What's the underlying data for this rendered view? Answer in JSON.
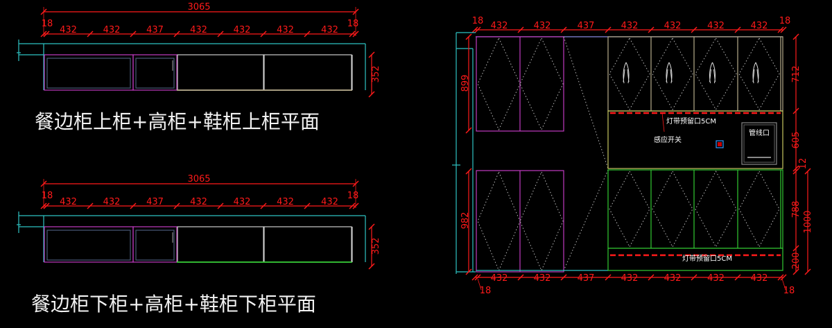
{
  "top_plan": {
    "total": "3065",
    "end_left": "18",
    "end_right": "18",
    "segments": [
      "432",
      "432",
      "437",
      "432",
      "432",
      "432",
      "432"
    ],
    "depth": "352",
    "title": "餐边柜上柜+高柜+鞋柜上柜平面"
  },
  "bottom_plan": {
    "total": "3065",
    "end_left": "18",
    "end_right": "18",
    "segments": [
      "432",
      "432",
      "437",
      "432",
      "432",
      "432",
      "432"
    ],
    "depth": "352",
    "title": "餐边柜下柜+高柜+鞋柜下柜平面"
  },
  "elevation": {
    "top_end_left": "18",
    "top_end_right": "18",
    "top_segments": [
      "432",
      "432",
      "437",
      "432",
      "432",
      "432",
      "432"
    ],
    "bottom_end_left": "18",
    "bottom_end_right": "18",
    "bottom_segments": [
      "432",
      "432",
      "437",
      "432",
      "432",
      "432",
      "432"
    ],
    "left_dims": [
      "899",
      "982"
    ],
    "right_dims": [
      "712",
      "605",
      "12",
      "788",
      "200"
    ],
    "overall_right": "1000",
    "sensor_label": "感应开关",
    "light_strip_note_top": "灯带预留口5CM",
    "light_strip_note_bottom": "灯带预留口5CM",
    "pipe_opening": "管线口"
  },
  "colors": {
    "dimension": "#ff1a1a",
    "outline": "#2ec4c4",
    "dining_cabinet": "#c23bc2",
    "shoe_cabinet_upper": "#b8ad8c",
    "shoe_cabinet_lower": "#33cc33",
    "niche": "#c8c860",
    "title": "#f2f2f2"
  }
}
